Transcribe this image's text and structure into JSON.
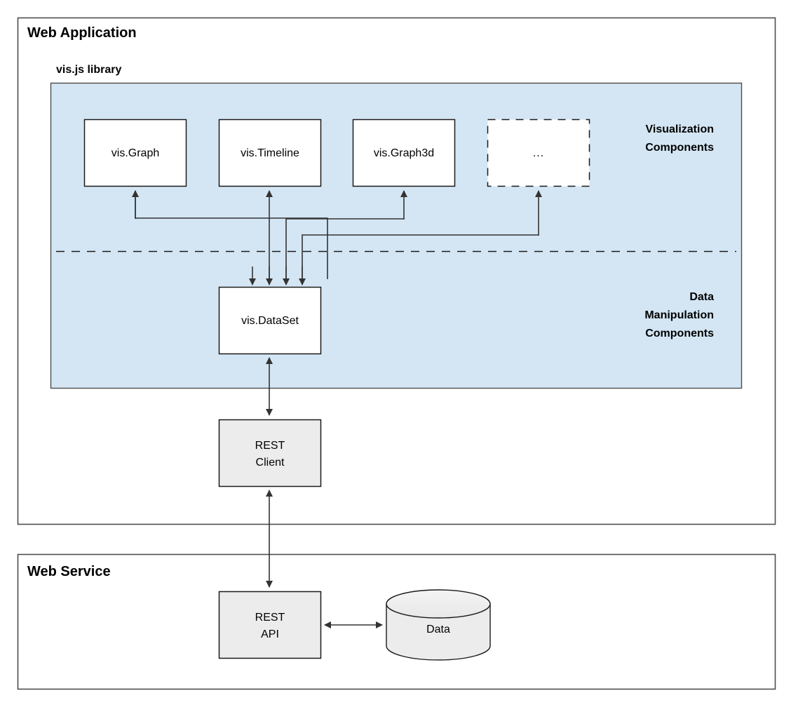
{
  "diagram": {
    "title_a": "Web Application",
    "title_b": "Web Service",
    "library_label": "vis.js library",
    "side_labels": {
      "visualization_line1": "Visualization",
      "visualization_line2": "Components",
      "data_line1": "Data",
      "data_line2": "Manipulation",
      "data_line3": "Components"
    },
    "nodes": {
      "vis_graph": "vis.Graph",
      "vis_timeline": "vis.Timeline",
      "vis_graph3d": "vis.Graph3d",
      "more": "...",
      "vis_dataset": "vis.DataSet",
      "rest_client_line1": "REST",
      "rest_client_line2": "Client",
      "rest_api_line1": "REST",
      "rest_api_line2": "API",
      "database": "Data"
    },
    "colors": {
      "panel_fill": "#d4e6f4",
      "node_fill": "#ffffff",
      "gray_fill": "#ececec",
      "stroke": "#1a1a1a",
      "frame_stroke": "#4d4d4d",
      "page_background": "#ffffff"
    }
  }
}
